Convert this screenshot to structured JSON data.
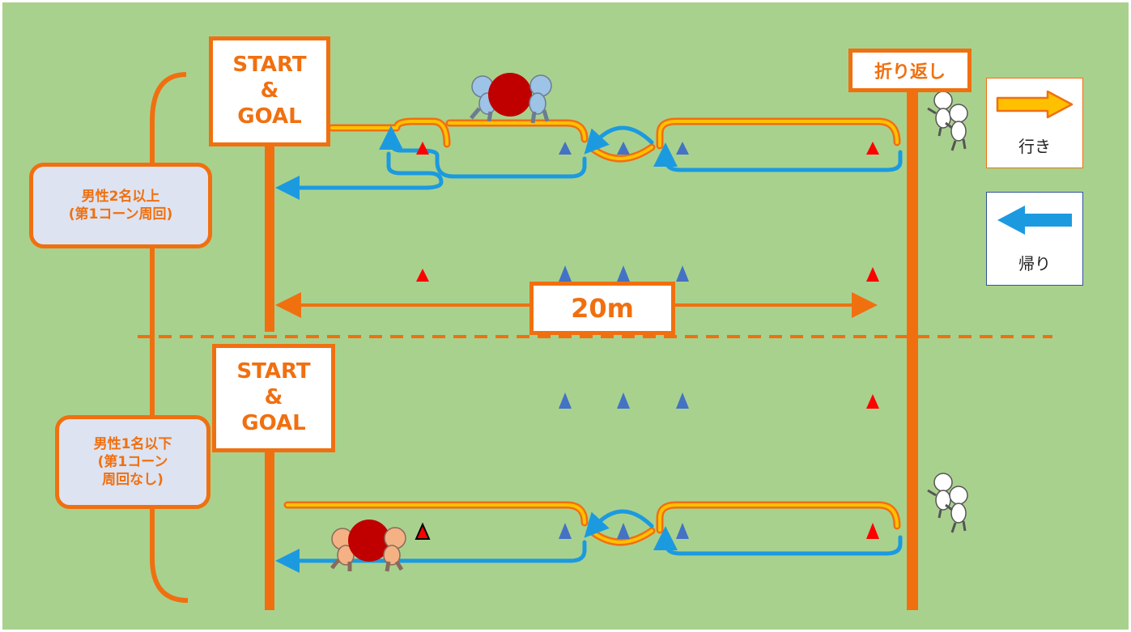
{
  "diagram": {
    "top_section": {
      "start_goal_label": "START\n&\nGOAL",
      "category_label": "男性2名以上\n(第1コーン周回)"
    },
    "bottom_section": {
      "start_goal_label": "START\n&\nGOAL",
      "category_label": "男性1名以下\n(第1コーン\n周回なし)"
    },
    "turnaround_label": "折り返し",
    "distance_label": "20m",
    "legend": {
      "outbound_label": "行き",
      "return_label": "帰り"
    },
    "colors": {
      "field": "#a9d18e",
      "lines": "#f07010",
      "outbound_arrow": "#ffc000",
      "return_arrow": "#1c9ae0",
      "cone_red": "#ff0000",
      "cone_blue": "#4472c4",
      "ball": "#c00000",
      "top_team": "#9dc3e6",
      "bottom_team": "#f4b183"
    },
    "icons": [
      "cone-icon",
      "ball-icon",
      "person-icon",
      "outbound-arrow-icon",
      "return-arrow-icon"
    ]
  }
}
